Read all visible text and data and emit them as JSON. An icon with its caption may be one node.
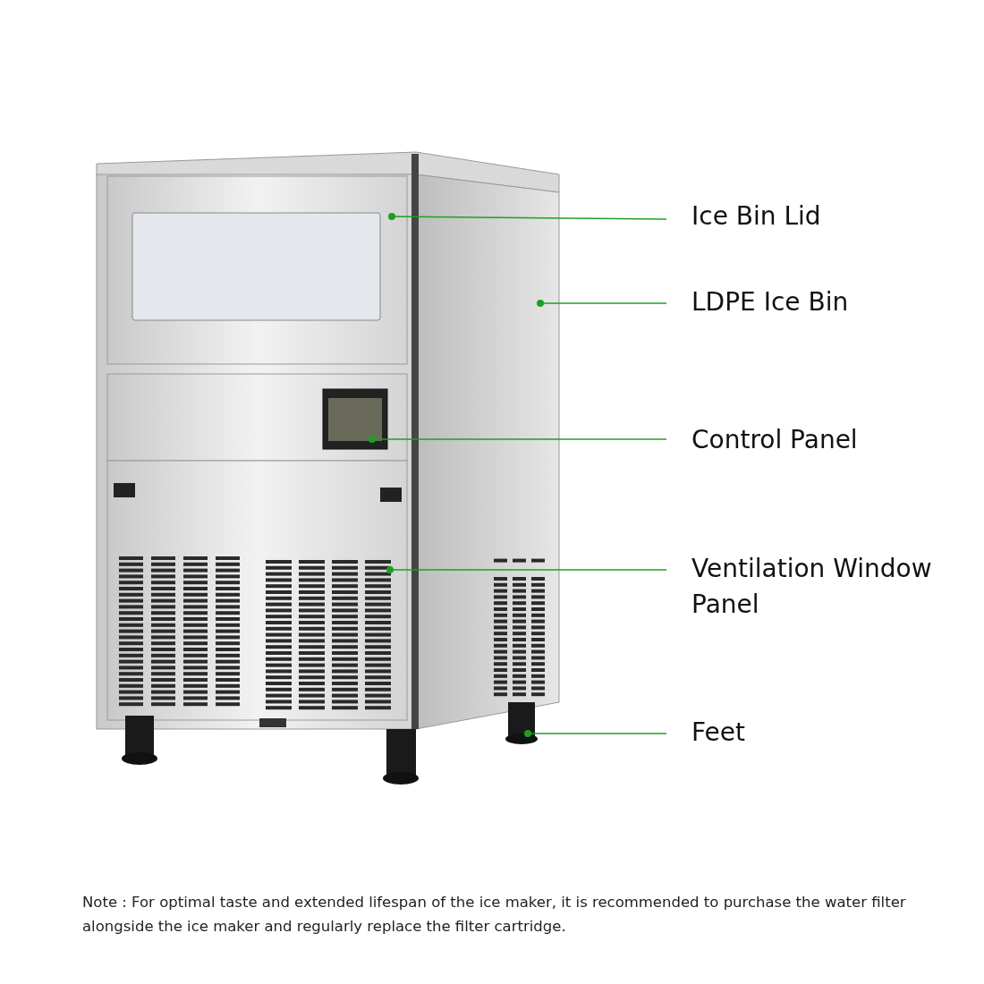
{
  "diagram": {
    "nodes": [
      {
        "text": [
          "Ice Bin Lid"
        ]
      },
      {
        "text": [
          "LDPE Ice Bin"
        ]
      },
      {
        "text": [
          "Control Panel"
        ]
      },
      {
        "text": [
          "Ventilation Window Panel"
        ]
      },
      {
        "text": [
          "Feet"
        ]
      },
      {
        "text": [],
        "shape": "picture"
      },
      {
        "text": [],
        "shape": "picture"
      },
      {
        "text": [],
        "shape": "picture"
      },
      {
        "text": [],
        "shape": "picture"
      },
      {
        "text": [],
        "shape": "picture"
      }
    ],
    "edges": [
      {
        "from": 0,
        "to": 5,
        "arrow": "other"
      },
      {
        "from": 1,
        "to": 6,
        "arrow": "other"
      },
      {
        "from": 2,
        "to": 7,
        "arrow": "other"
      },
      {
        "from": 3,
        "to": 8,
        "arrow": "other"
      },
      {
        "from": 4,
        "to": 9,
        "arrow": "other"
      }
    ],
    "labels": [
      "Note : For optimal taste and extended lifespan of the ice maker, it is recommended to purchase the water filter alongside the ice maker and regularly replace the filter cartridge."
    ]
  }
}
